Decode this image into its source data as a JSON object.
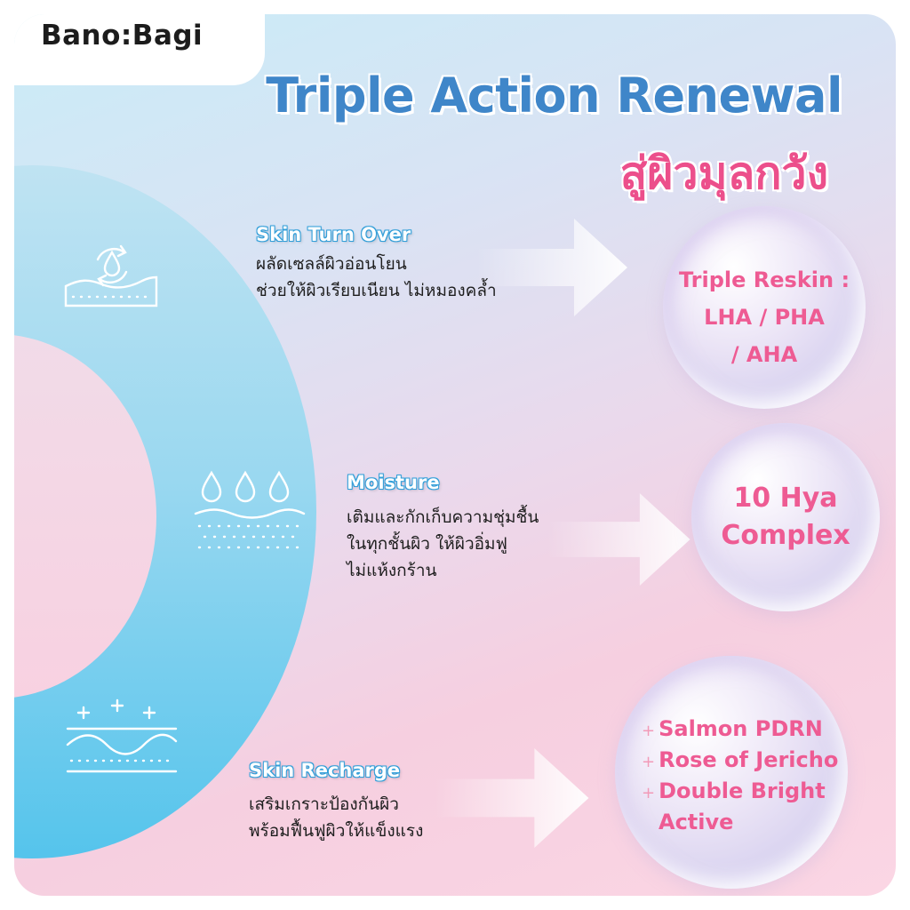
{
  "brand": "Bano:Bagi",
  "title": "Triple Action Renewal",
  "subtitle": "สู่ผิวมุลกวัง",
  "items": [
    {
      "label": "Skin Turn Over",
      "desc": "ผลัดเซลล์ผิวอ่อนโยน\nช่วยให้ผิวเรียบเนียน ไม่หมองคล้ำ",
      "icon": "skin-renewal-icon",
      "bubble_lines": [
        "Triple Reskin :",
        "LHA / PHA",
        "/ AHA"
      ]
    },
    {
      "label": "Moisture",
      "desc": "เติมและกักเก็บความชุ่มชื้น\nในทุกชั้นผิว ให้ผิวอิ่มฟู\nไม่แห้งกร้าน",
      "icon": "water-drops-icon",
      "bubble_lines": [
        "10 Hya",
        "Complex"
      ]
    },
    {
      "label": "Skin Recharge",
      "desc": "เสริมเกราะป้องกันผิว\nพร้อมฟื้นฟูผิวให้แข็งแรง",
      "icon": "skin-barrier-icon",
      "bubble_lines": [
        "Salmon PDRN",
        "Rose of Jericho",
        "Double Bright",
        "Active"
      ]
    }
  ],
  "colors": {
    "title": "#3f86c9",
    "subtitle": "#ec4f8b",
    "label": "#3aa7df",
    "bubble_text": "#ee5b93"
  }
}
